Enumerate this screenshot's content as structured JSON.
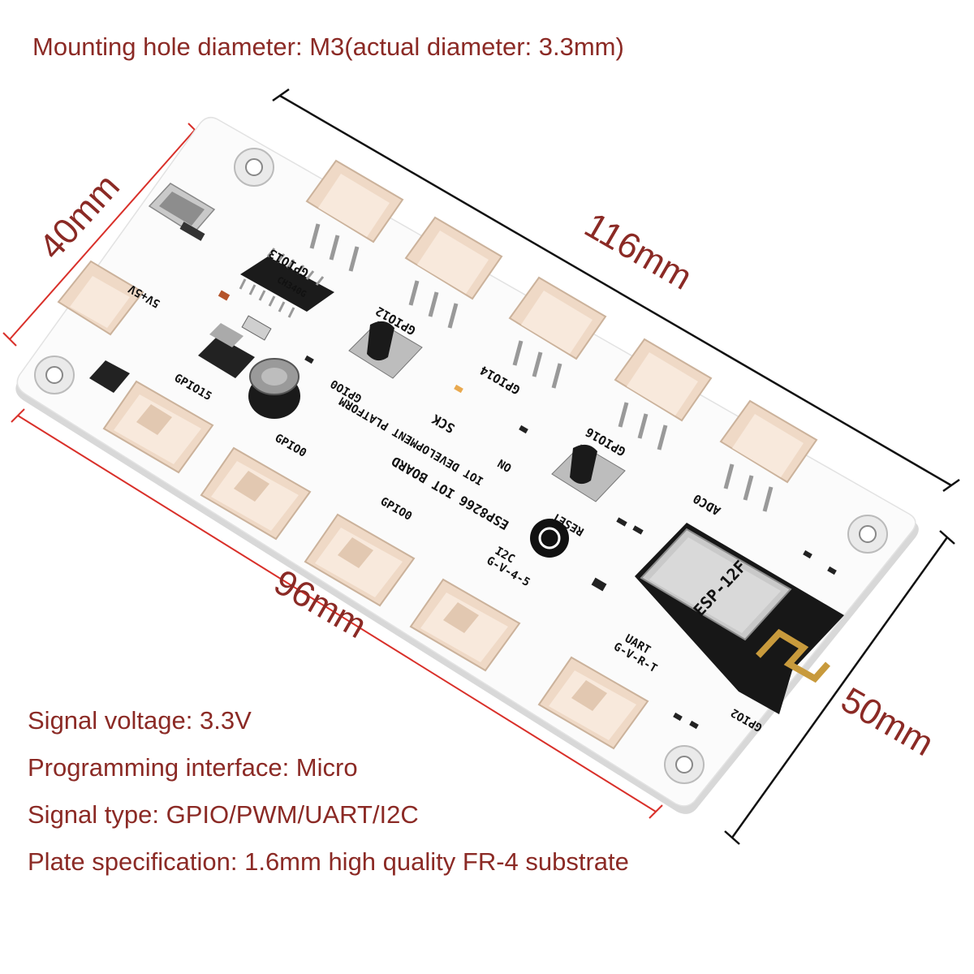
{
  "header_note": "Mounting hole diameter: M3(actual diameter: 3.3mm)",
  "dimensions": {
    "top_length": "116mm",
    "left_width": "40mm",
    "bottom_length": "96mm",
    "right_width": "50mm"
  },
  "board": {
    "title_line1": "ESP8266 IOT BOARD",
    "title_line2": "IOT DEVELOPMENT PLATFORM",
    "gpio_labels": [
      "GPIO13",
      "GPIO12",
      "GPIO14",
      "GPIO16",
      "ADC0"
    ],
    "lower_gpio_labels": [
      "GPIO15",
      "GPIO0",
      "GPIO0",
      "GPIO2"
    ],
    "power_label": "5V+5V",
    "sck_label": "SCK",
    "on_label": "ON",
    "reset_label": "RESET",
    "gpio0_button_label": "GPIO0",
    "i2c_label": "I2C",
    "i2c_pins": "G-V-4-5",
    "uart_label": "UART",
    "uart_pins": "G-V-R-T",
    "module_label": "ESP-12F",
    "chip_label": "CH340G"
  },
  "specs": [
    "Signal voltage: 3.3V",
    "Programming interface: Micro",
    "Signal type: GPIO/PWM/UART/I2C",
    "Plate specification: 1.6mm high quality FR-4 substrate"
  ],
  "colors": {
    "text_red": "#8b2a25",
    "dimension_red": "#d9302a",
    "board_white": "#fbfbfb",
    "connector_beige": "#efd9c6",
    "black": "#111111"
  }
}
